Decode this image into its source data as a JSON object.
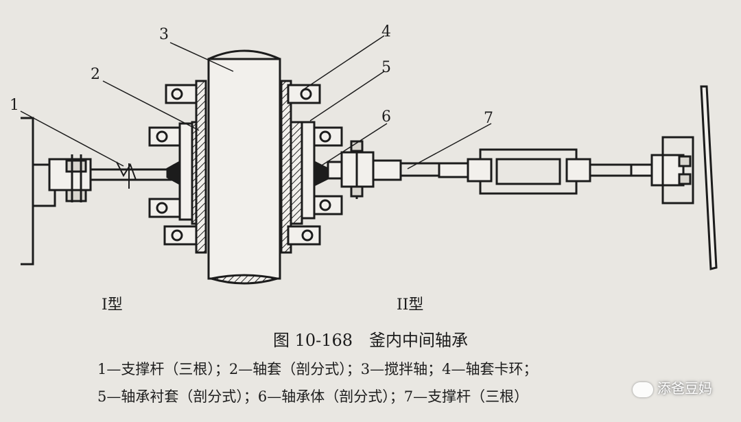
{
  "callouts": [
    "1",
    "2",
    "3",
    "4",
    "5",
    "6",
    "7"
  ],
  "types": {
    "type1": "I型",
    "type2": "II型"
  },
  "caption": "图 10-168　釜内中间轴承",
  "legend": {
    "line1": "1—支撑杆（三根）；2—轴套（剖分式）；3—搅拌轴；4—轴套卡环；",
    "line2": "5—轴承衬套（剖分式）；6—轴承体（剖分式）；7—支撑杆（三根）"
  },
  "watermark": "添爸豆妈"
}
